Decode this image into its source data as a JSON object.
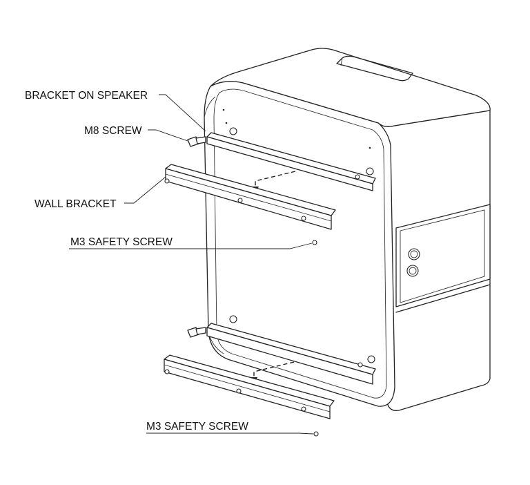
{
  "labels": {
    "bracket_on_speaker": "BRACKET ON SPEAKER",
    "m8_screw": "M8 SCREW",
    "wall_bracket": "WALL BRACKET",
    "m3_safety_screw_upper": "M3 SAFETY SCREW",
    "m3_safety_screw_lower": "M3 SAFETY SCREW"
  }
}
